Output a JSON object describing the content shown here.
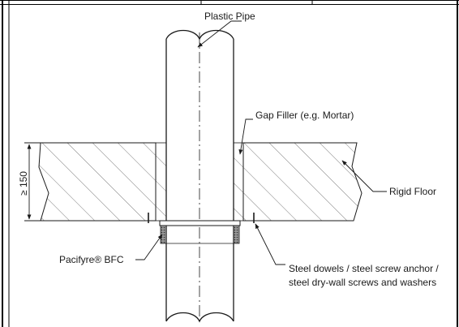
{
  "diagram": {
    "labels": {
      "plastic_pipe": "Plastic Pipe",
      "gap_filler": "Gap Filler (e.g. Mortar)",
      "rigid_floor": "Rigid Floor",
      "pacifyre": "Pacifyre® BFC",
      "steel_line1": "Steel dowels / steel screw anchor /",
      "steel_line2": "steel dry-wall screws and washers",
      "dimension": "≥ 150"
    },
    "colors": {
      "line": "#1a1a1a",
      "frame": "#000000",
      "collar_fill": "#6e6e6e"
    }
  }
}
